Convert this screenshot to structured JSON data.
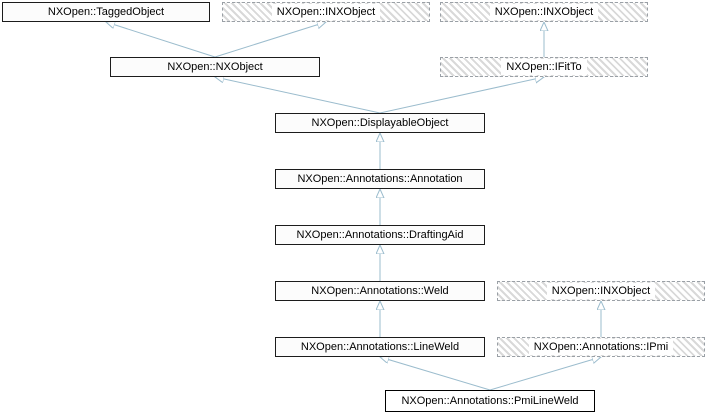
{
  "diagram": {
    "type": "class-inheritance",
    "nodes": [
      {
        "id": "taggedobject",
        "label": "NXOpen::TaggedObject",
        "style": "solid"
      },
      {
        "id": "inxobject1",
        "label": "NXOpen::INXObject",
        "style": "hatched"
      },
      {
        "id": "inxobject2",
        "label": "NXOpen::INXObject",
        "style": "hatched"
      },
      {
        "id": "nxobject",
        "label": "NXOpen::NXObject",
        "style": "solid"
      },
      {
        "id": "ifitto",
        "label": "NXOpen::IFitTo",
        "style": "hatched"
      },
      {
        "id": "displayableobject",
        "label": "NXOpen::DisplayableObject",
        "style": "solid"
      },
      {
        "id": "annotation",
        "label": "NXOpen::Annotations::Annotation",
        "style": "solid"
      },
      {
        "id": "draftingaid",
        "label": "NXOpen::Annotations::DraftingAid",
        "style": "solid"
      },
      {
        "id": "weld",
        "label": "NXOpen::Annotations::Weld",
        "style": "solid"
      },
      {
        "id": "inxobject3",
        "label": "NXOpen::INXObject",
        "style": "hatched"
      },
      {
        "id": "lineweld",
        "label": "NXOpen::Annotations::LineWeld",
        "style": "solid"
      },
      {
        "id": "ipmi",
        "label": "NXOpen::Annotations::IPmi",
        "style": "hatched"
      },
      {
        "id": "pmilineweld",
        "label": "NXOpen::Annotations::PmiLineWeld",
        "style": "current"
      }
    ],
    "edges": [
      {
        "from": "nxobject",
        "to": "taggedobject"
      },
      {
        "from": "nxobject",
        "to": "inxobject1"
      },
      {
        "from": "ifitto",
        "to": "inxobject2"
      },
      {
        "from": "displayableobject",
        "to": "nxobject"
      },
      {
        "from": "displayableobject",
        "to": "ifitto"
      },
      {
        "from": "annotation",
        "to": "displayableobject"
      },
      {
        "from": "draftingaid",
        "to": "annotation"
      },
      {
        "from": "weld",
        "to": "draftingaid"
      },
      {
        "from": "lineweld",
        "to": "weld"
      },
      {
        "from": "ipmi",
        "to": "inxobject3"
      },
      {
        "from": "pmilineweld",
        "to": "lineweld"
      },
      {
        "from": "pmilineweld",
        "to": "ipmi"
      }
    ],
    "colors": {
      "edge": "#9bbccd",
      "node_border": "#1c1c1c",
      "hatched_border": "#9aa0a6",
      "hatch_stripe": "#d9d9d9",
      "background": "#ffffff"
    }
  }
}
